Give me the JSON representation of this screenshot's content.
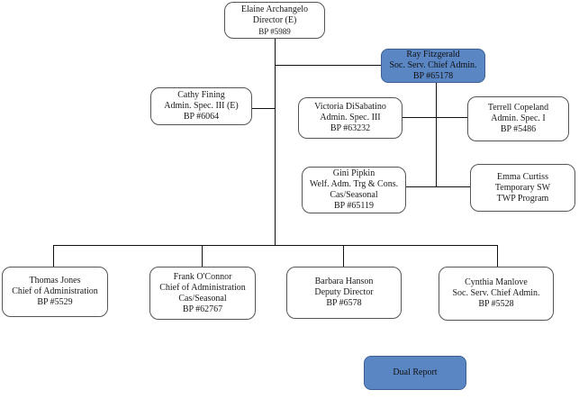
{
  "chart_title": "",
  "nodes": {
    "director": {
      "name": "Elaine Archangelo",
      "title": "Director (E)",
      "bp": "BP #5989"
    },
    "ray": {
      "name": "Ray Fitzgerald",
      "title": "Soc. Serv. Chief Admin.",
      "bp": "BP #65178"
    },
    "cathy": {
      "name": "Cathy Fining",
      "title": "Admin. Spec. III (E)",
      "bp": "BP #6064"
    },
    "victoria": {
      "name": "Victoria DiSabatino",
      "title": "Admin. Spec. III",
      "bp": "BP #63232"
    },
    "terrell": {
      "name": "Terrell Copeland",
      "title": "Admin. Spec. I",
      "bp": "BP #5486"
    },
    "gini": {
      "name": "Gini Pipkin",
      "title": "Welf. Adm. Trg & Cons.",
      "note": "Cas/Seasonal",
      "bp": "BP #65119"
    },
    "emma": {
      "name": "Emma Curtiss",
      "title": "Temporary SW",
      "note": "TWP Program"
    },
    "thomas": {
      "name": "Thomas Jones",
      "title": "Chief of Administration",
      "bp": "BP #5529"
    },
    "frank": {
      "name": "Frank O'Connor",
      "title": "Chief of Administration",
      "note": "Cas/Seasonal",
      "bp": "BP #62767"
    },
    "barbara": {
      "name": "Barbara Hanson",
      "title": "Deputy Director",
      "bp": "BP #6578"
    },
    "cynthia": {
      "name": "Cynthia Manlove",
      "title": "Soc. Serv. Chief Admin.",
      "bp": "BP #5528"
    }
  },
  "legend": {
    "dual_report_label": "Dual Report"
  },
  "colors": {
    "dual_report": "#5a86c4"
  }
}
